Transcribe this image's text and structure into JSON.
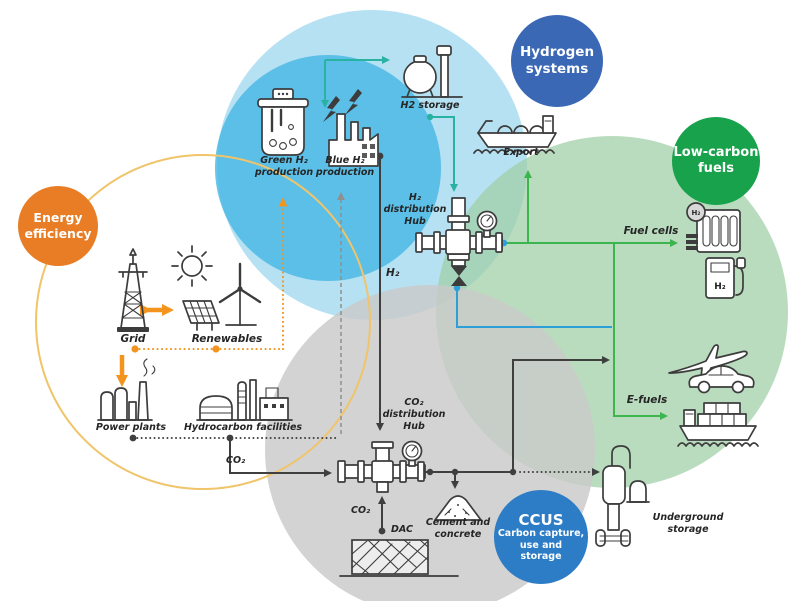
{
  "badges": {
    "hydrogen_systems": {
      "text": "Hydrogen\nsystems",
      "color": "#3a68b5"
    },
    "low_carbon_fuels": {
      "text": "Low-carbon\nfuels",
      "color": "#18a24b"
    },
    "energy_efficiency": {
      "text": "Energy\nefficiency",
      "color": "#e87d25"
    },
    "ccus": {
      "title": "CCUS",
      "subtitle": "Carbon capture,\nuse and\nstorage",
      "color": "#2d7cc6"
    }
  },
  "labels": {
    "green_h2": "Green H₂\nproduction",
    "blue_h2": "Blue H₂\nproduction",
    "h2_storage": "H2 storage",
    "export": "Export",
    "h2_hub": "H₂\ndistribution\nHub",
    "h2_line": "H₂",
    "fuel_cells": "Fuel cells",
    "e_fuels": "E-fuels",
    "grid": "Grid",
    "renewables": "Renewables",
    "power_plants": "Power plants",
    "hydrocarbon": "Hydrocarbon facilities",
    "co2_capture_line": "CO₂",
    "co2_hub": "CO₂\ndistribution\nHub",
    "co2_dac_line": "CO₂",
    "dac": "DAC",
    "cement": "Cement and\nconcrete",
    "underground": "Underground storage",
    "fuel_cell_badge": "H₂",
    "pump_h2": "H₂"
  },
  "palette": {
    "hydrogen_inner_circle": "#45b6e4",
    "hydrogen_outer_circle": "#a8dcf0",
    "low_carbon_circle": "#9fcfa5",
    "ccus_circle": "#c9c9c9",
    "energy_circle_outline": "#f0c46a",
    "h2_flow_line": "#29b2a2",
    "fuel_flow_line": "#3cb54e",
    "h2_to_efuel_line": "#2d9fd8",
    "co2_line": "#3f3f3f",
    "electricity_line": "#f2941d"
  }
}
